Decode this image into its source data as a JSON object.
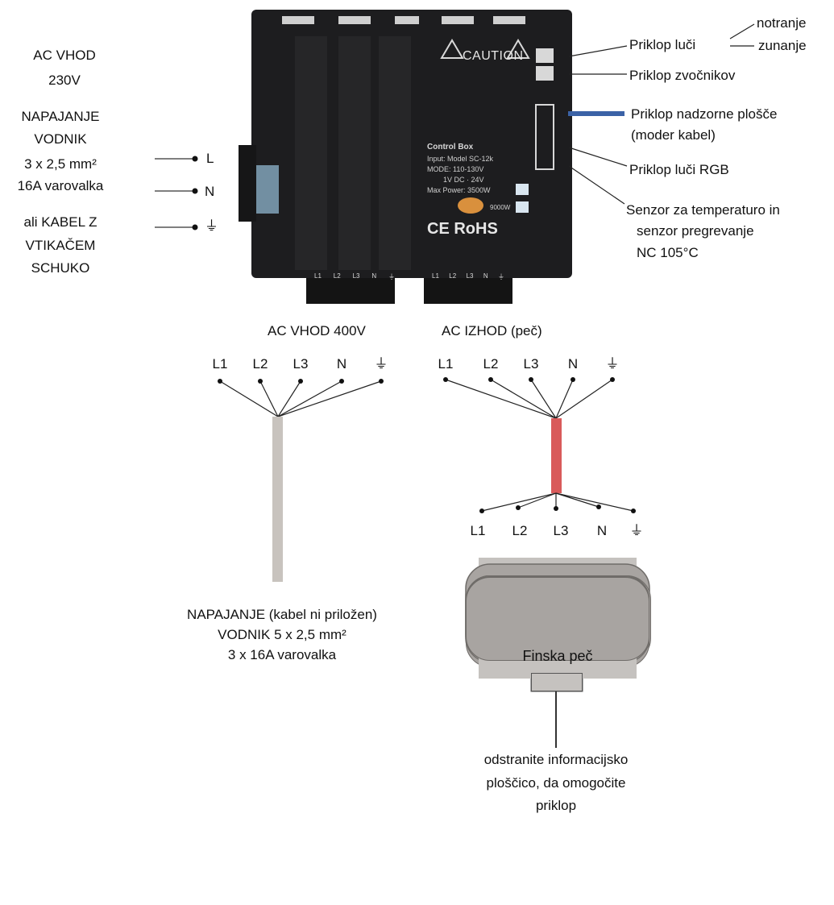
{
  "left_panel": {
    "ac_in_title": "AC VHOD",
    "ac_in_voltage": "230V",
    "supply_l1": "NAPAJANJE",
    "supply_l2": "VODNIK",
    "supply_l3": "3 x 2,5 mm²",
    "supply_l4": "16A varovalka",
    "alt_l1": "ali KABEL Z",
    "alt_l2": "VTIKAČEM",
    "alt_l3": "SCHUKO",
    "terminal_l": "L",
    "terminal_n": "N",
    "terminal_pe": "⏚"
  },
  "right_labels": {
    "light_connection": "Priklop luči",
    "light_inner": "notranje",
    "light_outer": "zunanje",
    "speaker_connection": "Priklop zvočnikov",
    "panel_connection_l1": "Priklop nadzorne plošče",
    "panel_connection_l2": "(moder kabel)",
    "rgb_connection": "Priklop luči RGB",
    "sensor_l1": "Senzor za temperaturo in",
    "sensor_l2": "senzor pregrevanje",
    "sensor_l3": "NC 105°C"
  },
  "control_box": {
    "caution": "CAUTION",
    "title": "Control Box",
    "input": "Input: Model SC-12k",
    "mode": "MODE: 110-130V",
    "dc": "1V DC · 24V",
    "max_power": "Max Power: 3500W",
    "power2": "9000W",
    "ce_rohs": "CE RoHS",
    "terminals_in": [
      "L1",
      "L2",
      "L3",
      "N",
      "⏚"
    ],
    "terminals_out": [
      "L1",
      "L2",
      "L3",
      "N",
      "⏚"
    ]
  },
  "ac_in_400": {
    "title": "AC VHOD 400V",
    "terminals": [
      "L1",
      "L2",
      "L3",
      "N",
      "⏚"
    ],
    "note_l1": "NAPAJANJE (kabel ni priložen)",
    "note_l2": "VODNIK 5 x 2,5 mm²",
    "note_l3": "3 x 16A varovalka",
    "cable_color": "#c8c3be"
  },
  "ac_out": {
    "title": "AC IZHOD (peč)",
    "terminals_top": [
      "L1",
      "L2",
      "L3",
      "N",
      "⏚"
    ],
    "terminals_bottom": [
      "L1",
      "L2",
      "L3",
      "N",
      "⏚"
    ],
    "cable_color": "#d95a5a"
  },
  "heater": {
    "label": "Finska peč",
    "body_color": "#a8a4a1",
    "frame_color": "#c5c2bf"
  },
  "info_plate_note": {
    "l1": "odstranite informacijsko",
    "l2": "ploščico, da omogočite",
    "l3": "priklop"
  },
  "colors": {
    "panel_cable": "#3b62a6",
    "box_body": "#1d1d1f"
  }
}
